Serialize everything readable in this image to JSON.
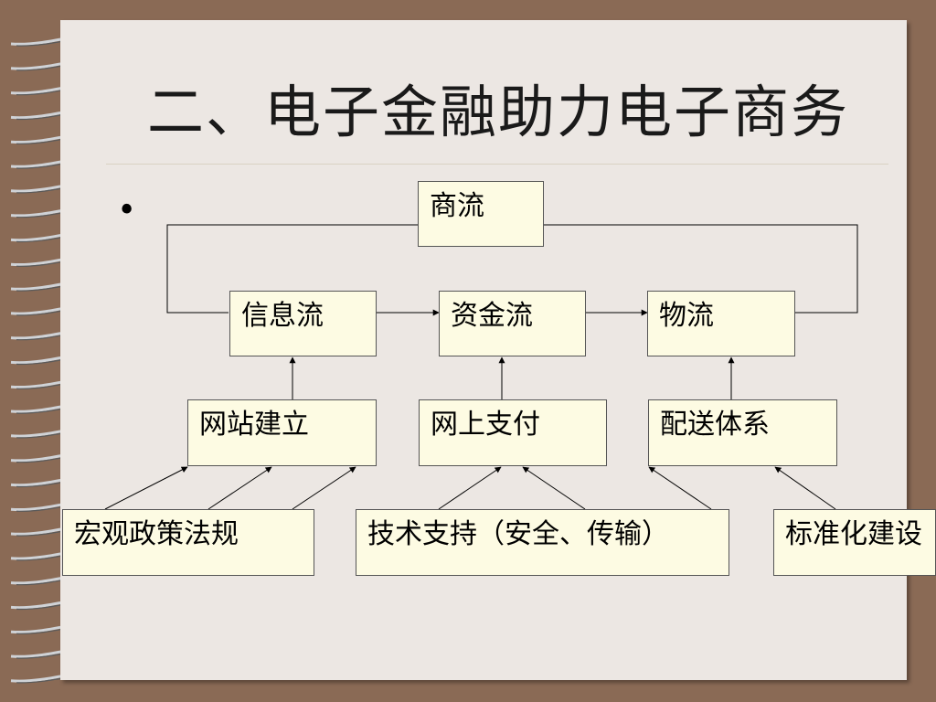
{
  "slide": {
    "title": "二、电子金融助力电子商务",
    "bullet": "•"
  },
  "diagram": {
    "top": {
      "label": "商流"
    },
    "flows": [
      {
        "label": "信息流"
      },
      {
        "label": "资金流"
      },
      {
        "label": "物流"
      }
    ],
    "supports": [
      {
        "label": "网站建立"
      },
      {
        "label": "网上支付"
      },
      {
        "label": "配送体系"
      }
    ],
    "foundations": [
      {
        "label": "宏观政策法规"
      },
      {
        "label": "技术支持（安全、传输）"
      },
      {
        "label": "标准化建设"
      }
    ]
  },
  "colors": {
    "border_brown": "#8a6a55",
    "paper": "#ece7e3",
    "box_fill": "#fdfbe3"
  }
}
